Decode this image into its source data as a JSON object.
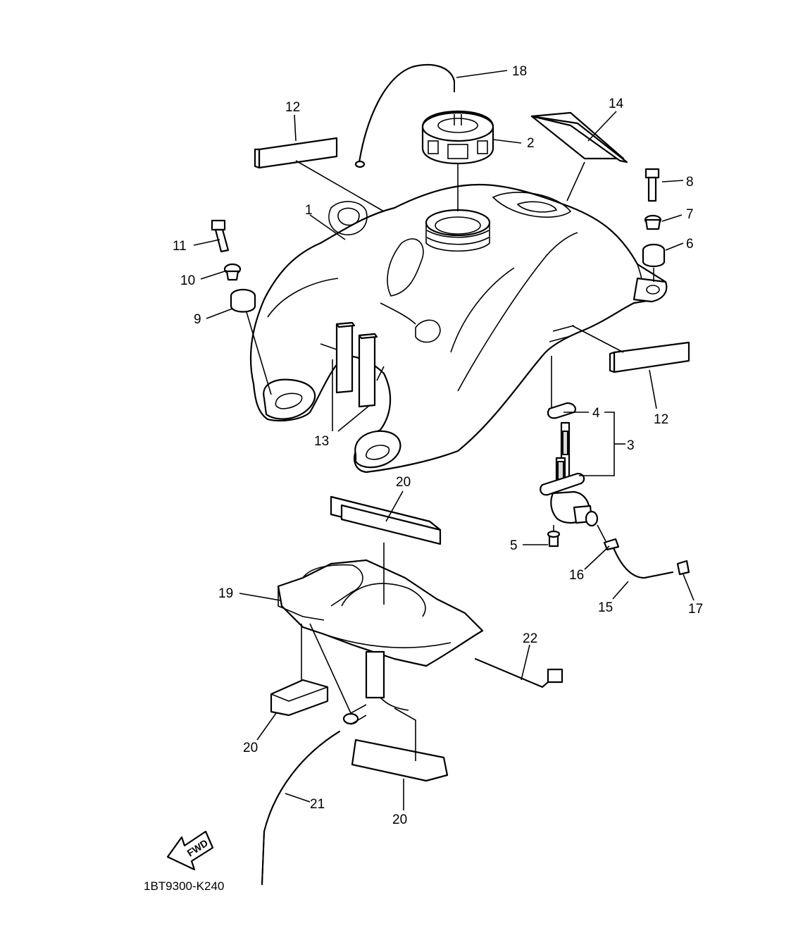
{
  "diagram": {
    "code": "1BT9300-K240",
    "direction_label": "FWD",
    "callouts": {
      "c1": "1",
      "c2": "2",
      "c3": "3",
      "c4": "4",
      "c5": "5",
      "c6": "6",
      "c7": "7",
      "c8": "8",
      "c9": "9",
      "c10": "10",
      "c11": "11",
      "c12a": "12",
      "c12b": "12",
      "c13": "13",
      "c14": "14",
      "c15": "15",
      "c16": "16",
      "c17": "17",
      "c18": "18",
      "c19": "19",
      "c20a": "20",
      "c20b": "20",
      "c20c": "20",
      "c21": "21",
      "c22": "22"
    }
  }
}
